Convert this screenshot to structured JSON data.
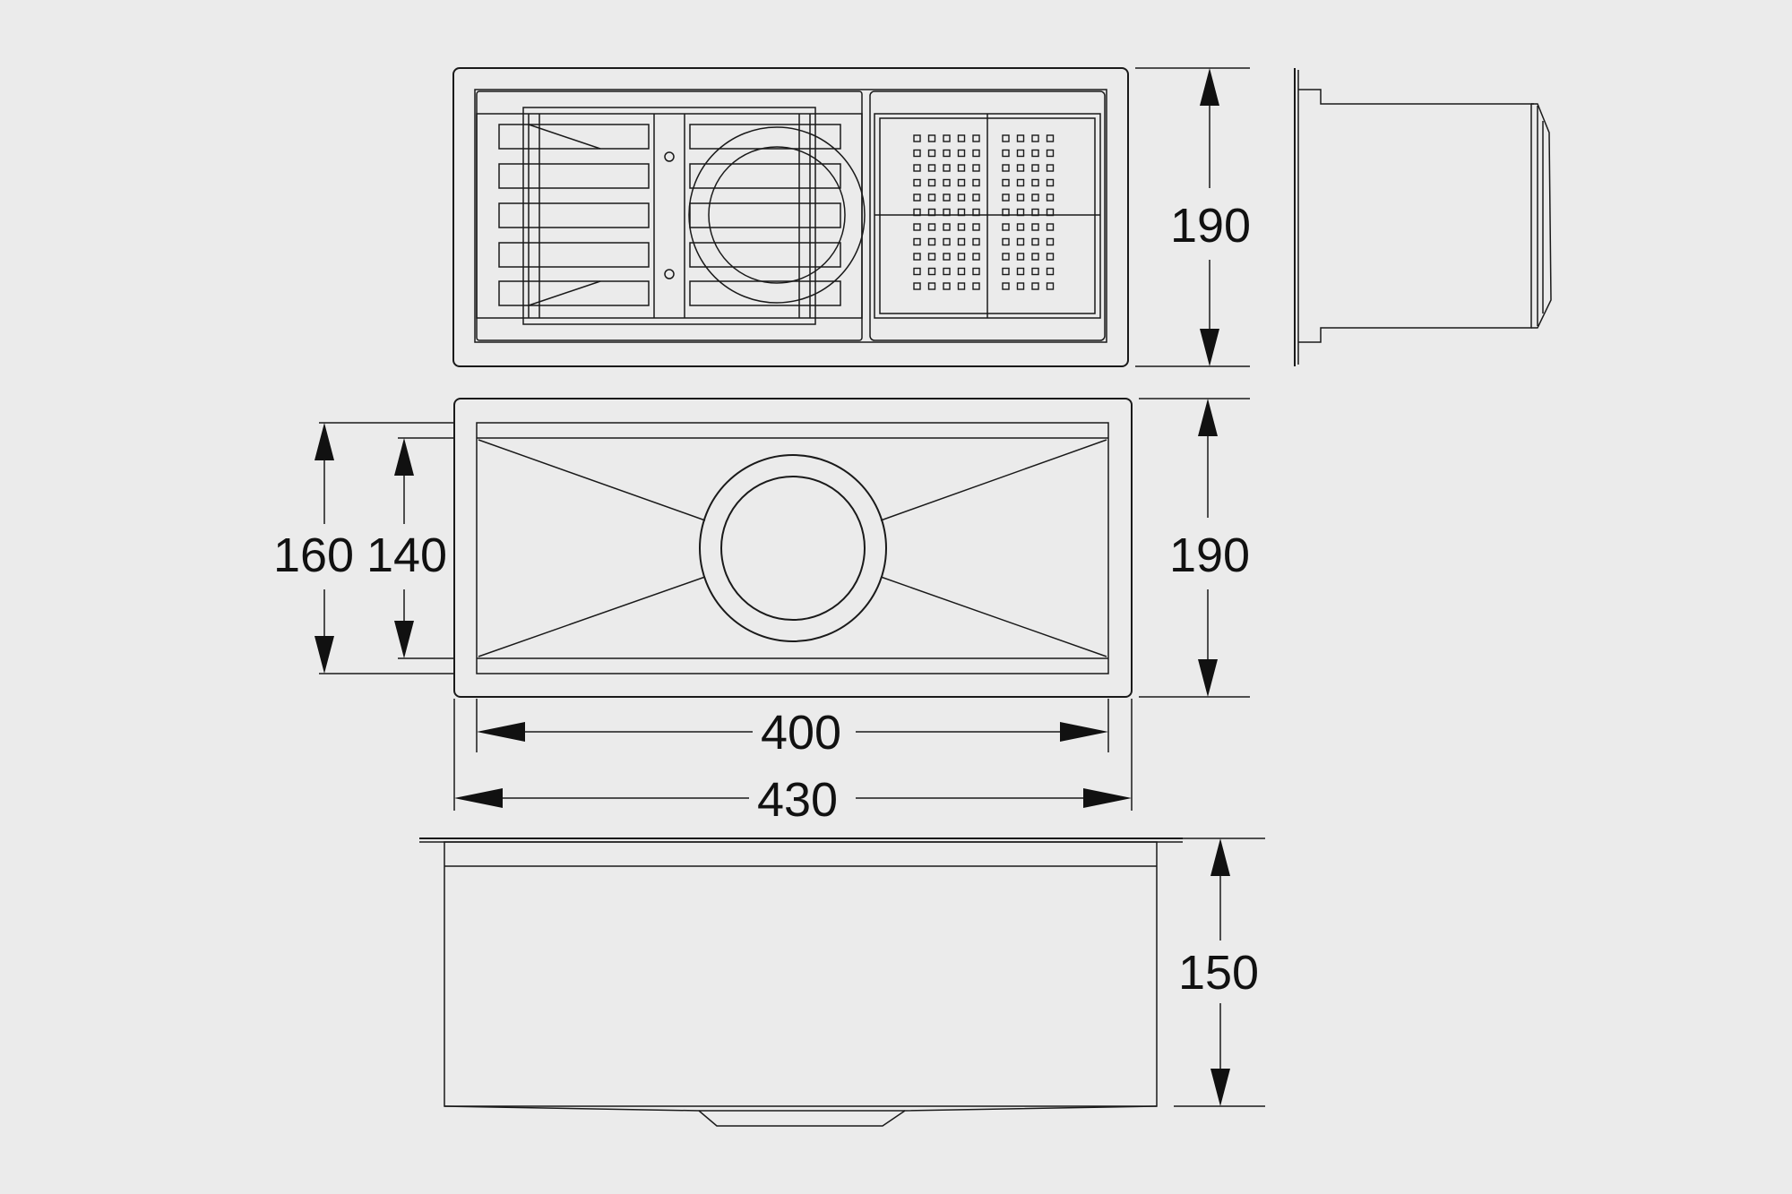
{
  "dimensions": {
    "top_view_height": "190",
    "front_view_height": "190",
    "outer_height": "160",
    "inner_height": "140",
    "inner_width": "400",
    "outer_width": "430",
    "side_depth": "150"
  }
}
